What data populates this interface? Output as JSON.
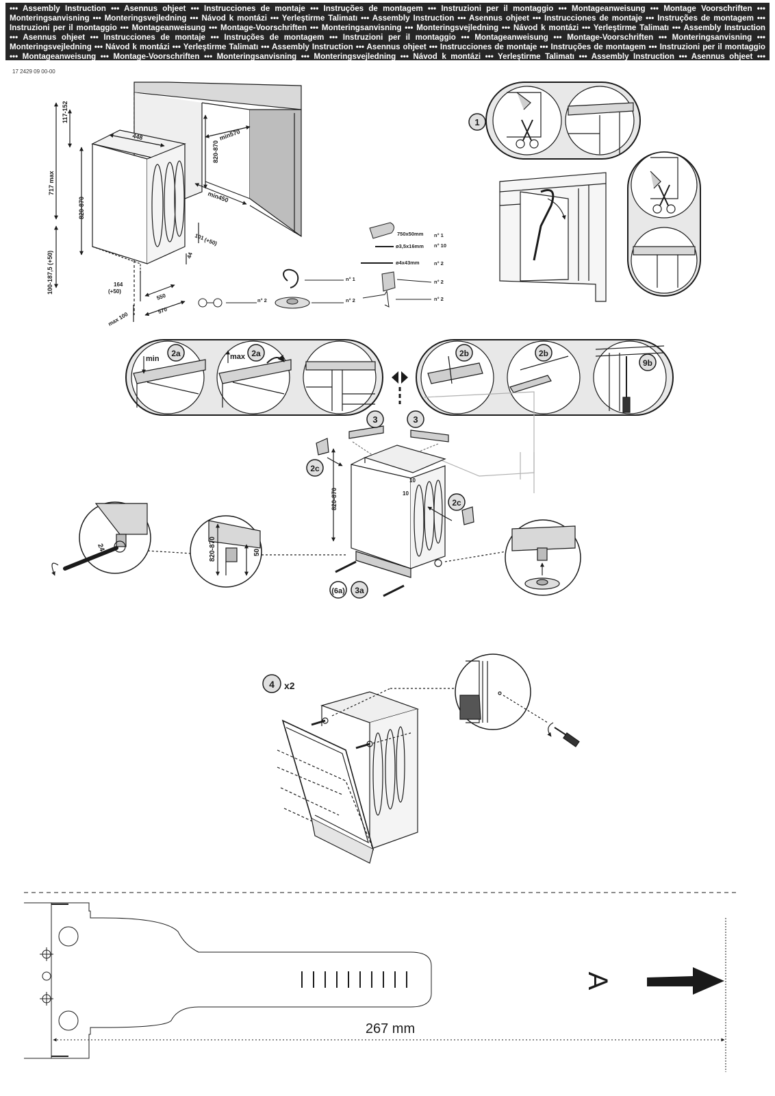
{
  "header": {
    "lines": [
      "••• Assembly Instruction ••• Asennus ohjeet ••• Instrucciones de montaje ••• Instruções de montagem ••• Instruzioni per il montaggio ••• Montageanweisung ••• Montage Voorschriften •••",
      "Monteringsanvisning ••• Monteringsvejledning ••• Návod k montázi ••• Yerleştirme Talimatı ••• Assembly Instruction ••• Asennus ohjeet ••• Instrucciones de montaje ••• Instruções de montagem •••",
      "Instruzioni per il montaggio ••• Montageanweisung ••• Montage-Voorschriften ••• Monteringsanvisning ••• Monteringsvejledning ••• Návod k montázi ••• Yerleştirme Talimatı ••• Assembly Instruction",
      "••• Asennus ohjeet ••• Instrucciones de montaje ••• Instruções de montagem ••• Instruzioni per il montaggio ••• Montageanweisung ••• Montage-Voorschriften ••• Monteringsanvisning •••",
      "Monteringsvejledning ••• Návod k montázi ••• Yerleştirme Talimatı ••• Assembly Instruction ••• Asennus ohjeet ••• Instrucciones de montaje ••• Instruções de montagem ••• Instruzioni per il montaggio",
      "••• Montageanweisung ••• Montage-Voorschriften ••• Monteringsanvisning ••• Monteringsvejledning ••• Návod k montázi ••• Yerleştirme Talimatı ••• Assembly Instruction ••• Asennus ohjeet •••"
    ]
  },
  "doc_code": "17 2429 09 00-00",
  "dimensions": {
    "d_117_152": "117-152",
    "d_717_max": "717 max",
    "d_100_187": "100-187,5 (+50)",
    "d_448": "448",
    "d_820_870_a": "820-870",
    "d_820_870_b": "820-870",
    "d_min570": "min570",
    "d_min450": "min450",
    "d_101": "101",
    "d_101_plus": "(+50)",
    "d_44": "44",
    "d_164": "164",
    "d_164_plus": "(+50)",
    "d_550": "550",
    "d_570": "570",
    "d_max100": "max 100"
  },
  "parts": {
    "tape": "750x50mm",
    "tape_qty": "n° 1",
    "screw_small": "ø3,5x16mm",
    "screw_small_qty": "n° 10",
    "screw_large": "ø4x43mm",
    "screw_large_qty": "n° 2",
    "bracket_qty": "n° 2",
    "hinge_qty": "n° 2",
    "clip_qty": "n° 1",
    "foot_qty": "n° 2",
    "spacer_qty": "n° 2"
  },
  "steps": {
    "s1": "1",
    "s2a": "2a",
    "s2b": "2b",
    "s9b": "9b",
    "s3": "3",
    "s2c": "2c",
    "s6a": "(6a)",
    "s3a": "3a",
    "s4": "4",
    "x2": "x2",
    "min": "min",
    "max": "max"
  },
  "step3": {
    "d_820_870": "820-870",
    "d_10a": "10",
    "d_10b": "10",
    "d_24": "24",
    "d_820_870_zoom": "820-870",
    "d_50": "50"
  },
  "template": {
    "length": "267 mm",
    "letter": "A"
  },
  "colors": {
    "header_bg": "#262626",
    "header_text": "#ffffff",
    "circle_fill": "#e8e8e8",
    "line": "#1a1a1a"
  }
}
